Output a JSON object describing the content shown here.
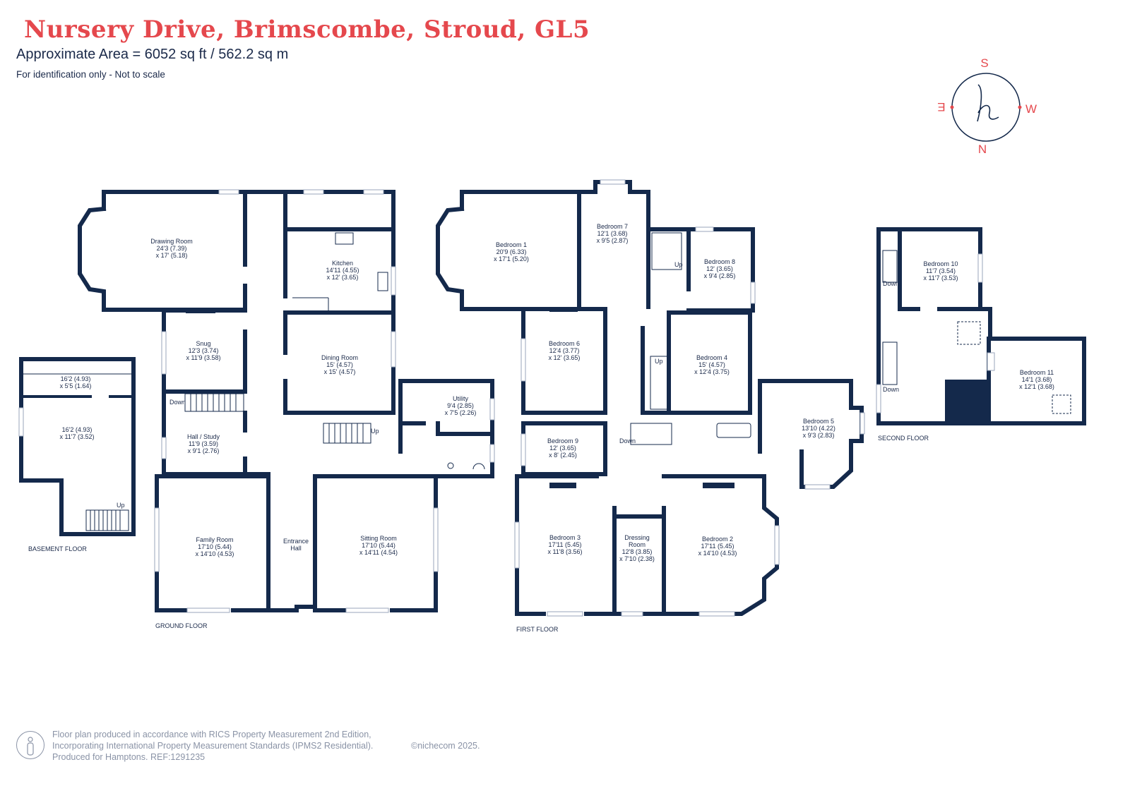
{
  "header": {
    "title": "Nursery Drive, Brimscombe, Stroud, GL5",
    "area": "Approximate Area = 6052 sq ft / 562.2 sq m",
    "identification": "For identification only - Not to scale"
  },
  "compass": {
    "s": "S",
    "n": "N",
    "e": "E",
    "w": "W",
    "logo_icon": "hamptons-h-logo-icon"
  },
  "colors": {
    "wall": "#14294b",
    "title": "#e5484d",
    "compass": "#e5484d",
    "footer": "#8a93a6"
  },
  "floors": {
    "basement": {
      "label": "BASEMENT FLOOR",
      "rooms": [
        {
          "name": "",
          "dim1": "16'2 (4.93)",
          "dim2": "x 5'5 (1.64)"
        },
        {
          "name": "",
          "dim1": "16'2 (4.93)",
          "dim2": "x 11'7 (3.52)"
        }
      ],
      "stairs": "Up"
    },
    "ground": {
      "label": "GROUND FLOOR",
      "rooms": {
        "drawing": {
          "name": "Drawing Room",
          "dim1": "24'3 (7.39)",
          "dim2": "x 17' (5.18)"
        },
        "kitchen": {
          "name": "Kitchen",
          "dim1": "14'11 (4.55)",
          "dim2": "x 12' (3.65)"
        },
        "snug": {
          "name": "Snug",
          "dim1": "12'3 (3.74)",
          "dim2": "x 11'9 (3.58)"
        },
        "dining": {
          "name": "Dining Room",
          "dim1": "15' (4.57)",
          "dim2": "x 15' (4.57)"
        },
        "utility": {
          "name": "Utility",
          "dim1": "9'4 (2.85)",
          "dim2": "x 7'5 (2.26)"
        },
        "hall_study": {
          "name": "Hall / Study",
          "dim1": "11'9 (3.59)",
          "dim2": "x 9'1 (2.76)"
        },
        "family": {
          "name": "Family Room",
          "dim1": "17'10 (5.44)",
          "dim2": "x 14'10 (4.53)"
        },
        "entrance": {
          "name1": "Entrance",
          "name2": "Hall"
        },
        "sitting": {
          "name": "Sitting Room",
          "dim1": "17'10 (5.44)",
          "dim2": "x 14'11 (4.54)"
        }
      },
      "stairs_down": "Down",
      "stairs_up": "Up"
    },
    "first": {
      "label": "FIRST FLOOR",
      "rooms": {
        "bed1": {
          "name": "Bedroom 1",
          "dim1": "20'9 (6.33)",
          "dim2": "x 17'1 (5.20)"
        },
        "bed7": {
          "name": "Bedroom 7",
          "dim1": "12'1 (3.68)",
          "dim2": "x 9'5 (2.87)"
        },
        "bed8": {
          "name": "Bedroom 8",
          "dim1": "12' (3.65)",
          "dim2": "x 9'4 (2.85)"
        },
        "bed6": {
          "name": "Bedroom 6",
          "dim1": "12'4 (3.77)",
          "dim2": "x 12' (3.65)"
        },
        "bed4": {
          "name": "Bedroom 4",
          "dim1": "15' (4.57)",
          "dim2": "x 12'4 (3.75)"
        },
        "bed5": {
          "name": "Bedroom 5",
          "dim1": "13'10 (4.22)",
          "dim2": "x 9'3 (2.83)"
        },
        "bed9": {
          "name": "Bedroom 9",
          "dim1": "12' (3.65)",
          "dim2": "x 8' (2.45)"
        },
        "bed3": {
          "name": "Bedroom 3",
          "dim1": "17'11 (5.45)",
          "dim2": "x 11'8 (3.56)"
        },
        "dressing": {
          "name1": "Dressing",
          "name2": "Room",
          "dim1": "12'8 (3.85)",
          "dim2": "x 7'10 (2.38)"
        },
        "bed2": {
          "name": "Bedroom 2",
          "dim1": "17'11 (5.45)",
          "dim2": "x 14'10 (4.53)"
        }
      },
      "stairs_up1": "Up",
      "stairs_up2": "Up",
      "stairs_down": "Down"
    },
    "second": {
      "label": "SECOND FLOOR",
      "rooms": {
        "bed10": {
          "name": "Bedroom 10",
          "dim1": "11'7 (3.54)",
          "dim2": "x 11'7 (3.53)"
        },
        "bed11": {
          "name": "Bedroom 11",
          "dim1": "14'1 (3.68)",
          "dim2": "x 12'1 (3.68)"
        }
      },
      "stairs_down1": "Down",
      "stairs_down2": "Down"
    }
  },
  "footer": {
    "line1": "Floor plan produced in accordance with RICS Property Measurement 2nd Edition,",
    "line2": "Incorporating International Property Measurement Standards (IPMS2 Residential).",
    "brand": "©nichecom 2025.",
    "line3": "Produced for Hamptons.  REF:1291235"
  }
}
